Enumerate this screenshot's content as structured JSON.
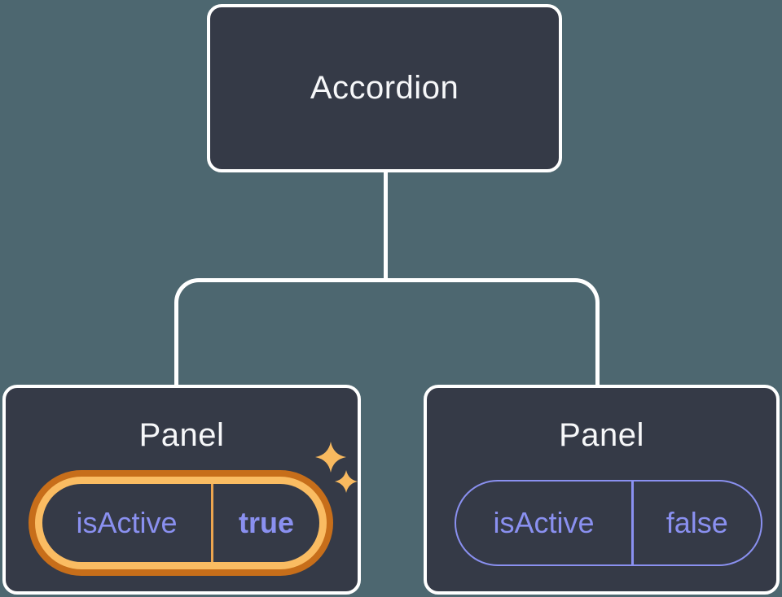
{
  "diagram": {
    "root": {
      "label": "Accordion"
    },
    "children": [
      {
        "label": "Panel",
        "state": {
          "name": "isActive",
          "value": "true"
        },
        "highlighted": true
      },
      {
        "label": "Panel",
        "state": {
          "name": "isActive",
          "value": "false"
        },
        "highlighted": false
      }
    ]
  },
  "icons": {
    "sparkles": "✦✦"
  },
  "colors": {
    "background": "#4d6770",
    "node_fill": "#353a47",
    "node_border": "#ffffff",
    "node_text": "#f6f7f9",
    "state_text": "#8a90f0",
    "highlight_ring_light": "#fabc62",
    "highlight_ring_dark": "#c76e1a",
    "highlight_divider": "#eda54f",
    "sparkle": "#f8b95f"
  }
}
